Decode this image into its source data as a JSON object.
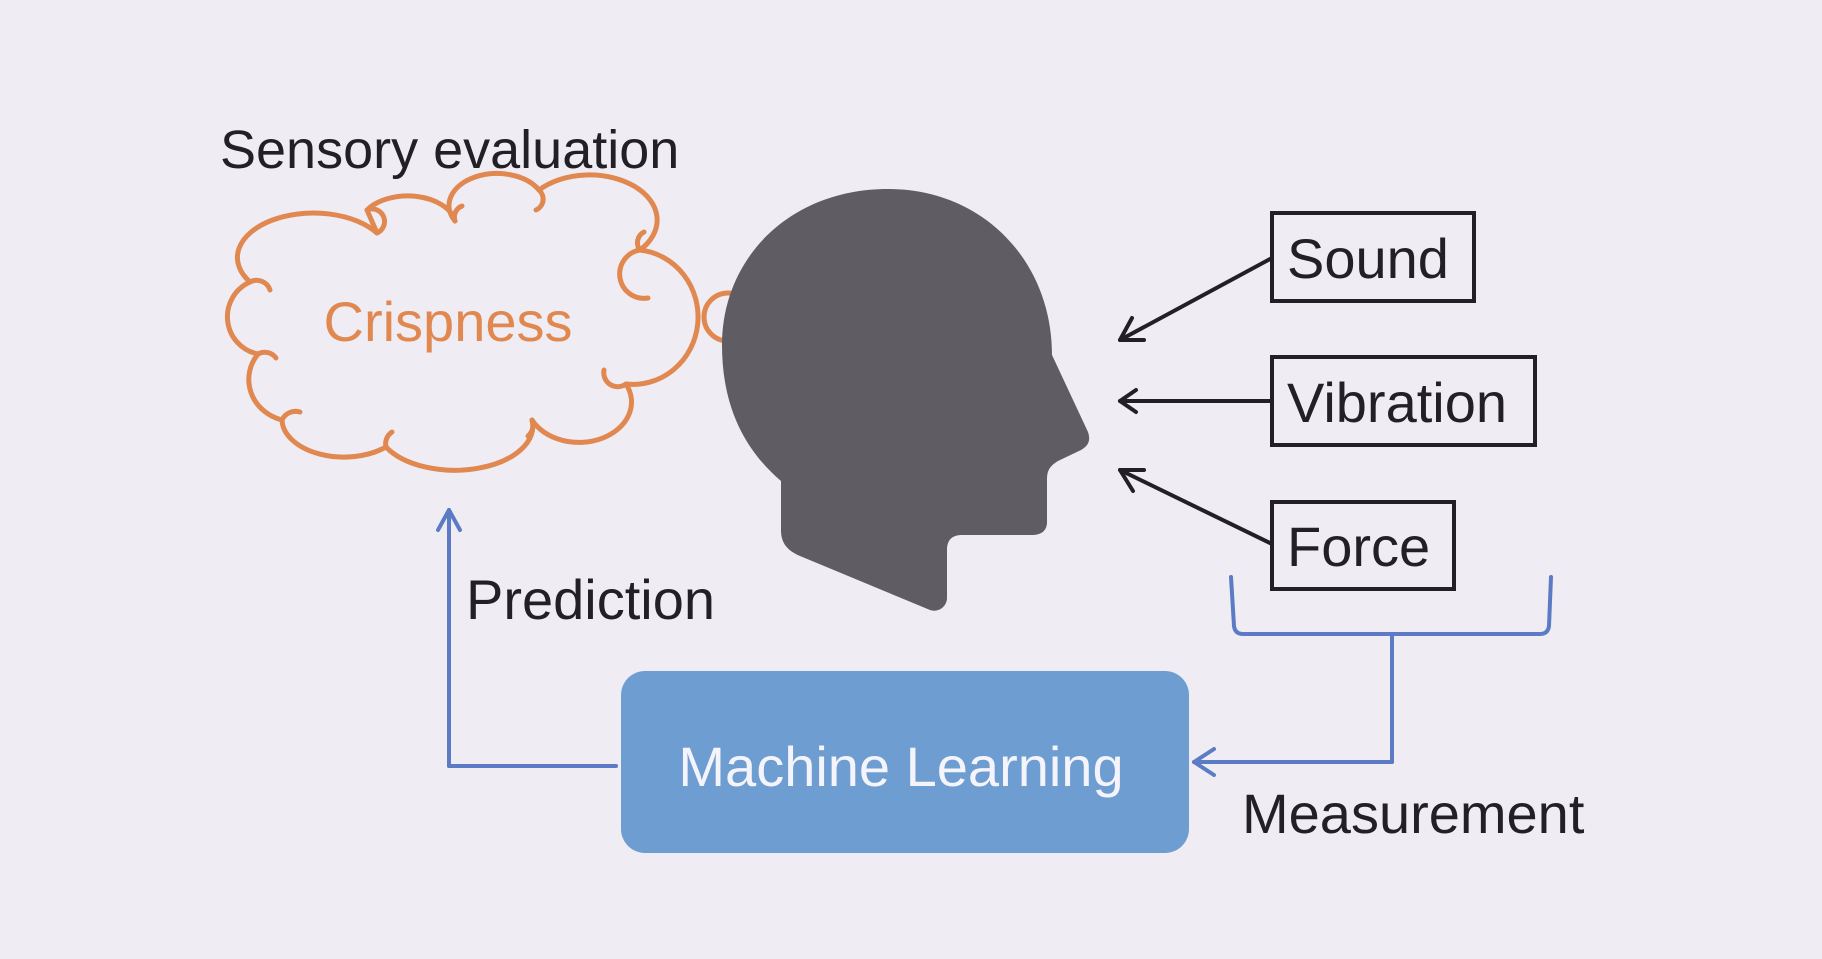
{
  "heading": "Sensory evaluation",
  "thought": "Crispness",
  "inputs": [
    "Sound",
    "Vibration",
    "Force"
  ],
  "model": "Machine Learning",
  "prediction_label": "Prediction",
  "measurement_label": "Measurement",
  "colors": {
    "background": "#efedf3",
    "cloud": "#e08850",
    "head": "#5f5c63",
    "ink": "#221f25",
    "flow": "#5b7bc4",
    "model_fill": "#6e9dd2",
    "model_text": "#f4f4fa"
  },
  "icons": [
    "thought-cloud-icon",
    "human-head-icon"
  ]
}
